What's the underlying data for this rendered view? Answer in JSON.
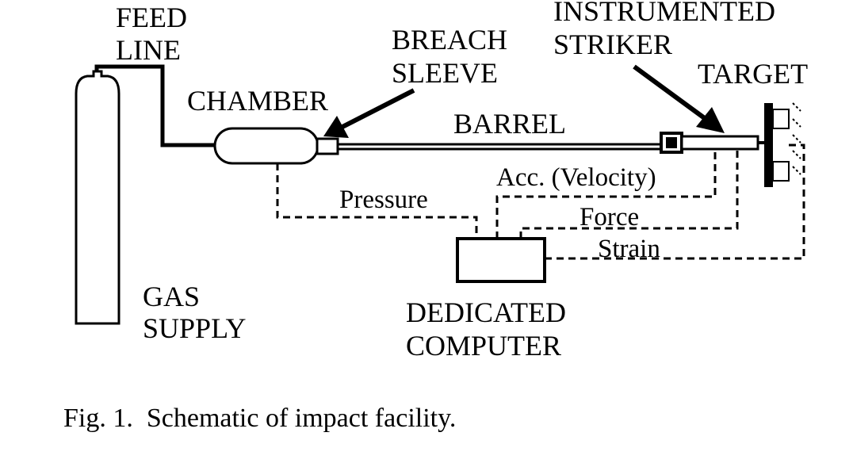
{
  "labels": {
    "feed_line_1": "FEED",
    "feed_line_2": "LINE",
    "breach_sleeve_1": "BREACH",
    "breach_sleeve_2": "SLEEVE",
    "instrumented_striker_1": "INSTRUMENTED",
    "instrumented_striker_2": "STRIKER",
    "target": "TARGET",
    "chamber": "CHAMBER",
    "barrel": "BARREL",
    "acc_velocity": "Acc. (Velocity)",
    "pressure": "Pressure",
    "force": "Force",
    "strain": "Strain",
    "gas_supply_1": "GAS",
    "gas_supply_2": "SUPPLY",
    "dedicated_computer_1": "DEDICATED",
    "dedicated_computer_2": "COMPUTER"
  },
  "caption": "Fig. 1.  Schematic of impact facility."
}
